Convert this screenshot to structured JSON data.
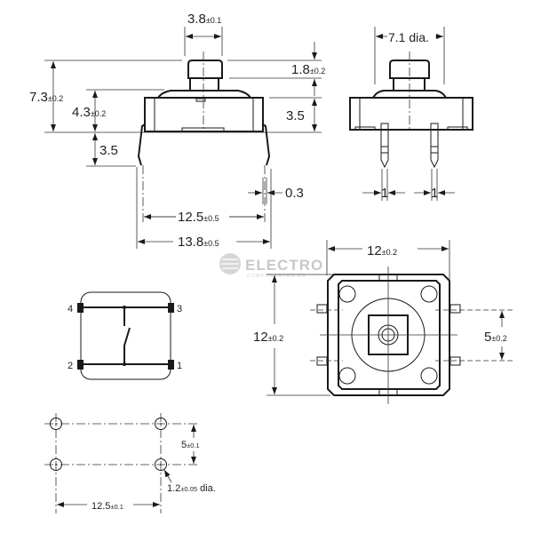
{
  "front_view": {
    "button_width": {
      "value": "3.8",
      "tol": "±0.1"
    },
    "total_height": {
      "value": "7.3",
      "tol": "±0.2"
    },
    "body_height": {
      "value": "4.3",
      "tol": "±0.2"
    },
    "lead_length": {
      "value": "3.5"
    },
    "button_travel": {
      "value": "1.8",
      "tol": "±0.2"
    },
    "housing_height": {
      "value": "3.5"
    },
    "lead_thickness": {
      "value": "0.3"
    },
    "lead_pitch": {
      "value": "12.5",
      "tol": "±0.5"
    },
    "overall_width": {
      "value": "13.8",
      "tol": "±0.5"
    }
  },
  "side_view": {
    "flange_diameter": {
      "value": "7.1 dia."
    },
    "lead_width_left": {
      "value": "1"
    },
    "lead_width_right": {
      "value": "1"
    }
  },
  "top_view": {
    "width": {
      "value": "12",
      "tol": "±0.2"
    },
    "height": {
      "value": "12",
      "tol": "±0.2"
    },
    "pin_spacing": {
      "value": "5",
      "tol": "±0.2"
    }
  },
  "watermark": {
    "title": "ELECTRO",
    "subtitle": "COMPONENTES.ES"
  },
  "schematic": {
    "pins": [
      "4",
      "3",
      "2",
      "1"
    ]
  },
  "pcb_layout": {
    "row_spacing": {
      "value": "5",
      "tol": "±0.1"
    },
    "hole_pitch": {
      "value": "12.5",
      "tol": "±0.1"
    },
    "hole_diameter": {
      "value": "1.2",
      "tol": "±0.05",
      "suffix": " dia."
    }
  }
}
